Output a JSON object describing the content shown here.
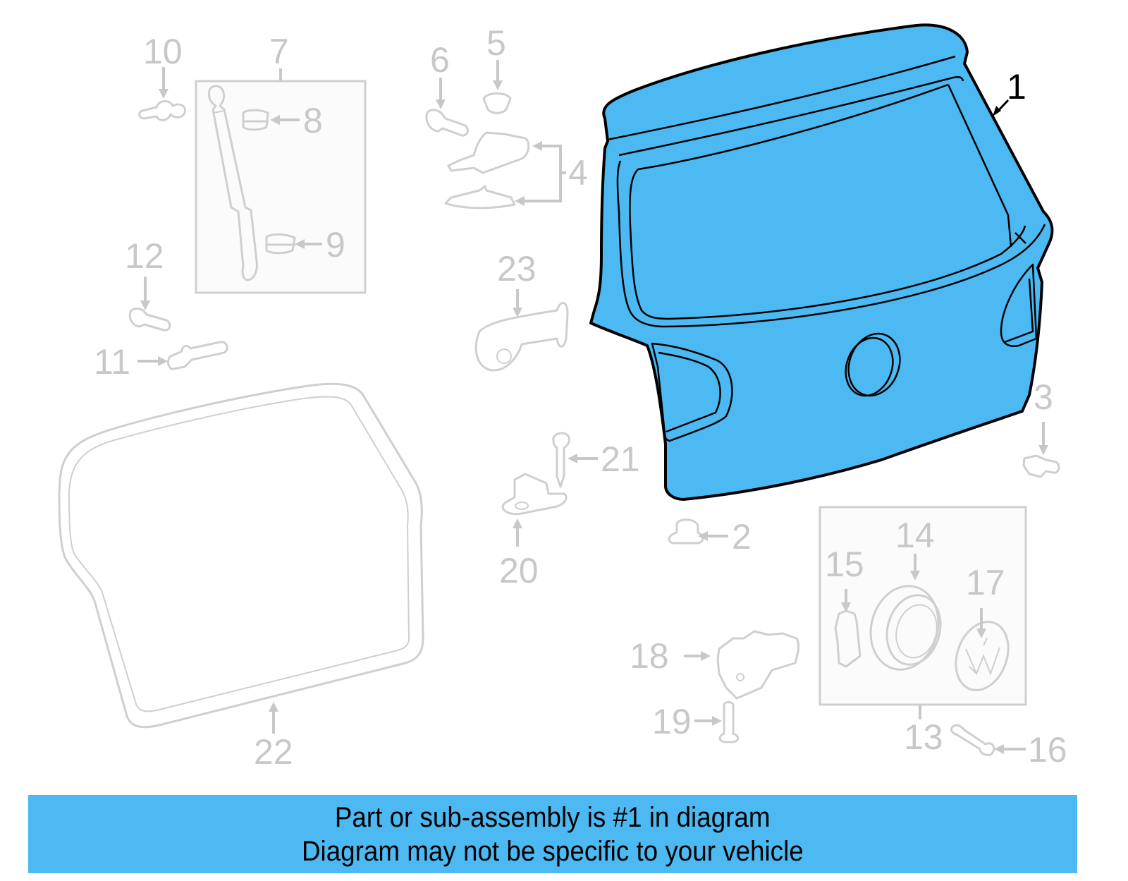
{
  "diagram": {
    "highlight_color": "#4db9f2",
    "callouts": [
      {
        "id": "1",
        "label": "1",
        "highlighted": true
      },
      {
        "id": "2",
        "label": "2"
      },
      {
        "id": "3",
        "label": "3"
      },
      {
        "id": "4",
        "label": "4"
      },
      {
        "id": "5",
        "label": "5"
      },
      {
        "id": "6",
        "label": "6"
      },
      {
        "id": "7",
        "label": "7"
      },
      {
        "id": "8",
        "label": "8"
      },
      {
        "id": "9",
        "label": "9"
      },
      {
        "id": "10",
        "label": "10"
      },
      {
        "id": "11",
        "label": "11"
      },
      {
        "id": "12",
        "label": "12"
      },
      {
        "id": "13",
        "label": "13"
      },
      {
        "id": "14",
        "label": "14"
      },
      {
        "id": "15",
        "label": "15"
      },
      {
        "id": "16",
        "label": "16"
      },
      {
        "id": "17",
        "label": "17"
      },
      {
        "id": "18",
        "label": "18"
      },
      {
        "id": "19",
        "label": "19"
      },
      {
        "id": "20",
        "label": "20"
      },
      {
        "id": "21",
        "label": "21"
      },
      {
        "id": "22",
        "label": "22"
      },
      {
        "id": "23",
        "label": "23"
      }
    ]
  },
  "banner": {
    "line1": "Part or sub-assembly is #1 in diagram",
    "line2": "Diagram may not be specific to your vehicle",
    "background": "#4db9f2"
  }
}
